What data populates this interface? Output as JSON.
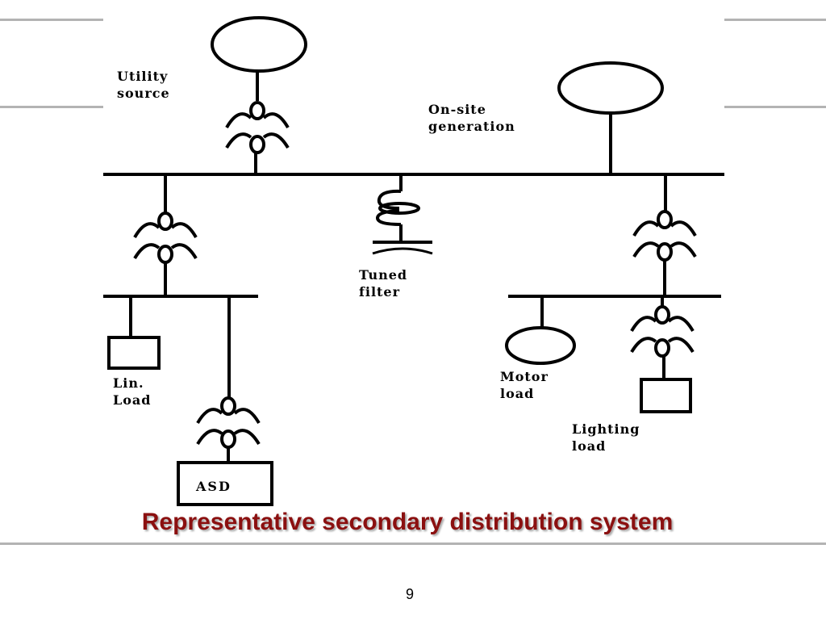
{
  "diagram": {
    "labels": {
      "utility_source": [
        "Utility",
        "source"
      ],
      "onsite_generation": [
        "On-site",
        "generation"
      ],
      "tuned_filter": [
        "Tuned",
        "filter"
      ],
      "lin_load": [
        "Lin.",
        "Load"
      ],
      "asd": "ASD",
      "motor_load": [
        "Motor",
        "load"
      ],
      "lighting_load": [
        "Lighting",
        "load"
      ]
    }
  },
  "slide": {
    "title": "Representative secondary distribution system",
    "page_number": "9"
  },
  "colors": {
    "title": "#8b1010",
    "lines": "#000000",
    "decorative_rule": "#b3b3b3"
  }
}
